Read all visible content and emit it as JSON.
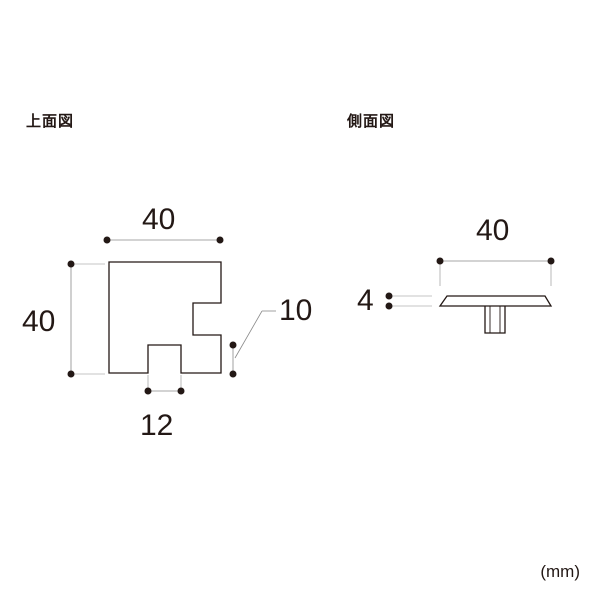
{
  "views": {
    "top_label": "上面図",
    "side_label": "側面図"
  },
  "dimensions": {
    "top_width": "40",
    "top_height": "40",
    "top_notch": "12",
    "top_right": "10",
    "side_width": "40",
    "side_thickness": "4"
  },
  "unit": "(mm)",
  "colors": {
    "ink": "#231815",
    "thin_line": "#8a8a8a"
  }
}
